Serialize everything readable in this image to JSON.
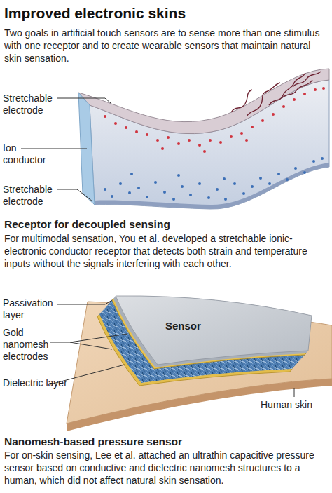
{
  "diagram": {
    "title": "Improved electronic skins",
    "labels": [
      "Two goals in artificial touch sensors are to sense more than one stimulus with one receptor and to create wearable sensors that maintain natural skin sensation.",
      "Stretchable electrode",
      "Ion conductor",
      "Stretchable electrode",
      "Receptor for decoupled sensing",
      "For multimodal sensation, You et al. developed a stretchable ionic-electronic conductor receptor that detects both strain and temperature inputs without the signals interfering with each other.",
      "Passivation layer",
      "Gold nanomesh electrodes",
      "Dielectric layer",
      "Sensor",
      "Human skin",
      "Nanomesh-based pressure sensor",
      "For on-skin sensing, Lee et al. attached an ultrathin capacitive pressure sensor based on conductive and dielectric nanomesh structures to a human, which did not affect natural skin sensation."
    ]
  }
}
